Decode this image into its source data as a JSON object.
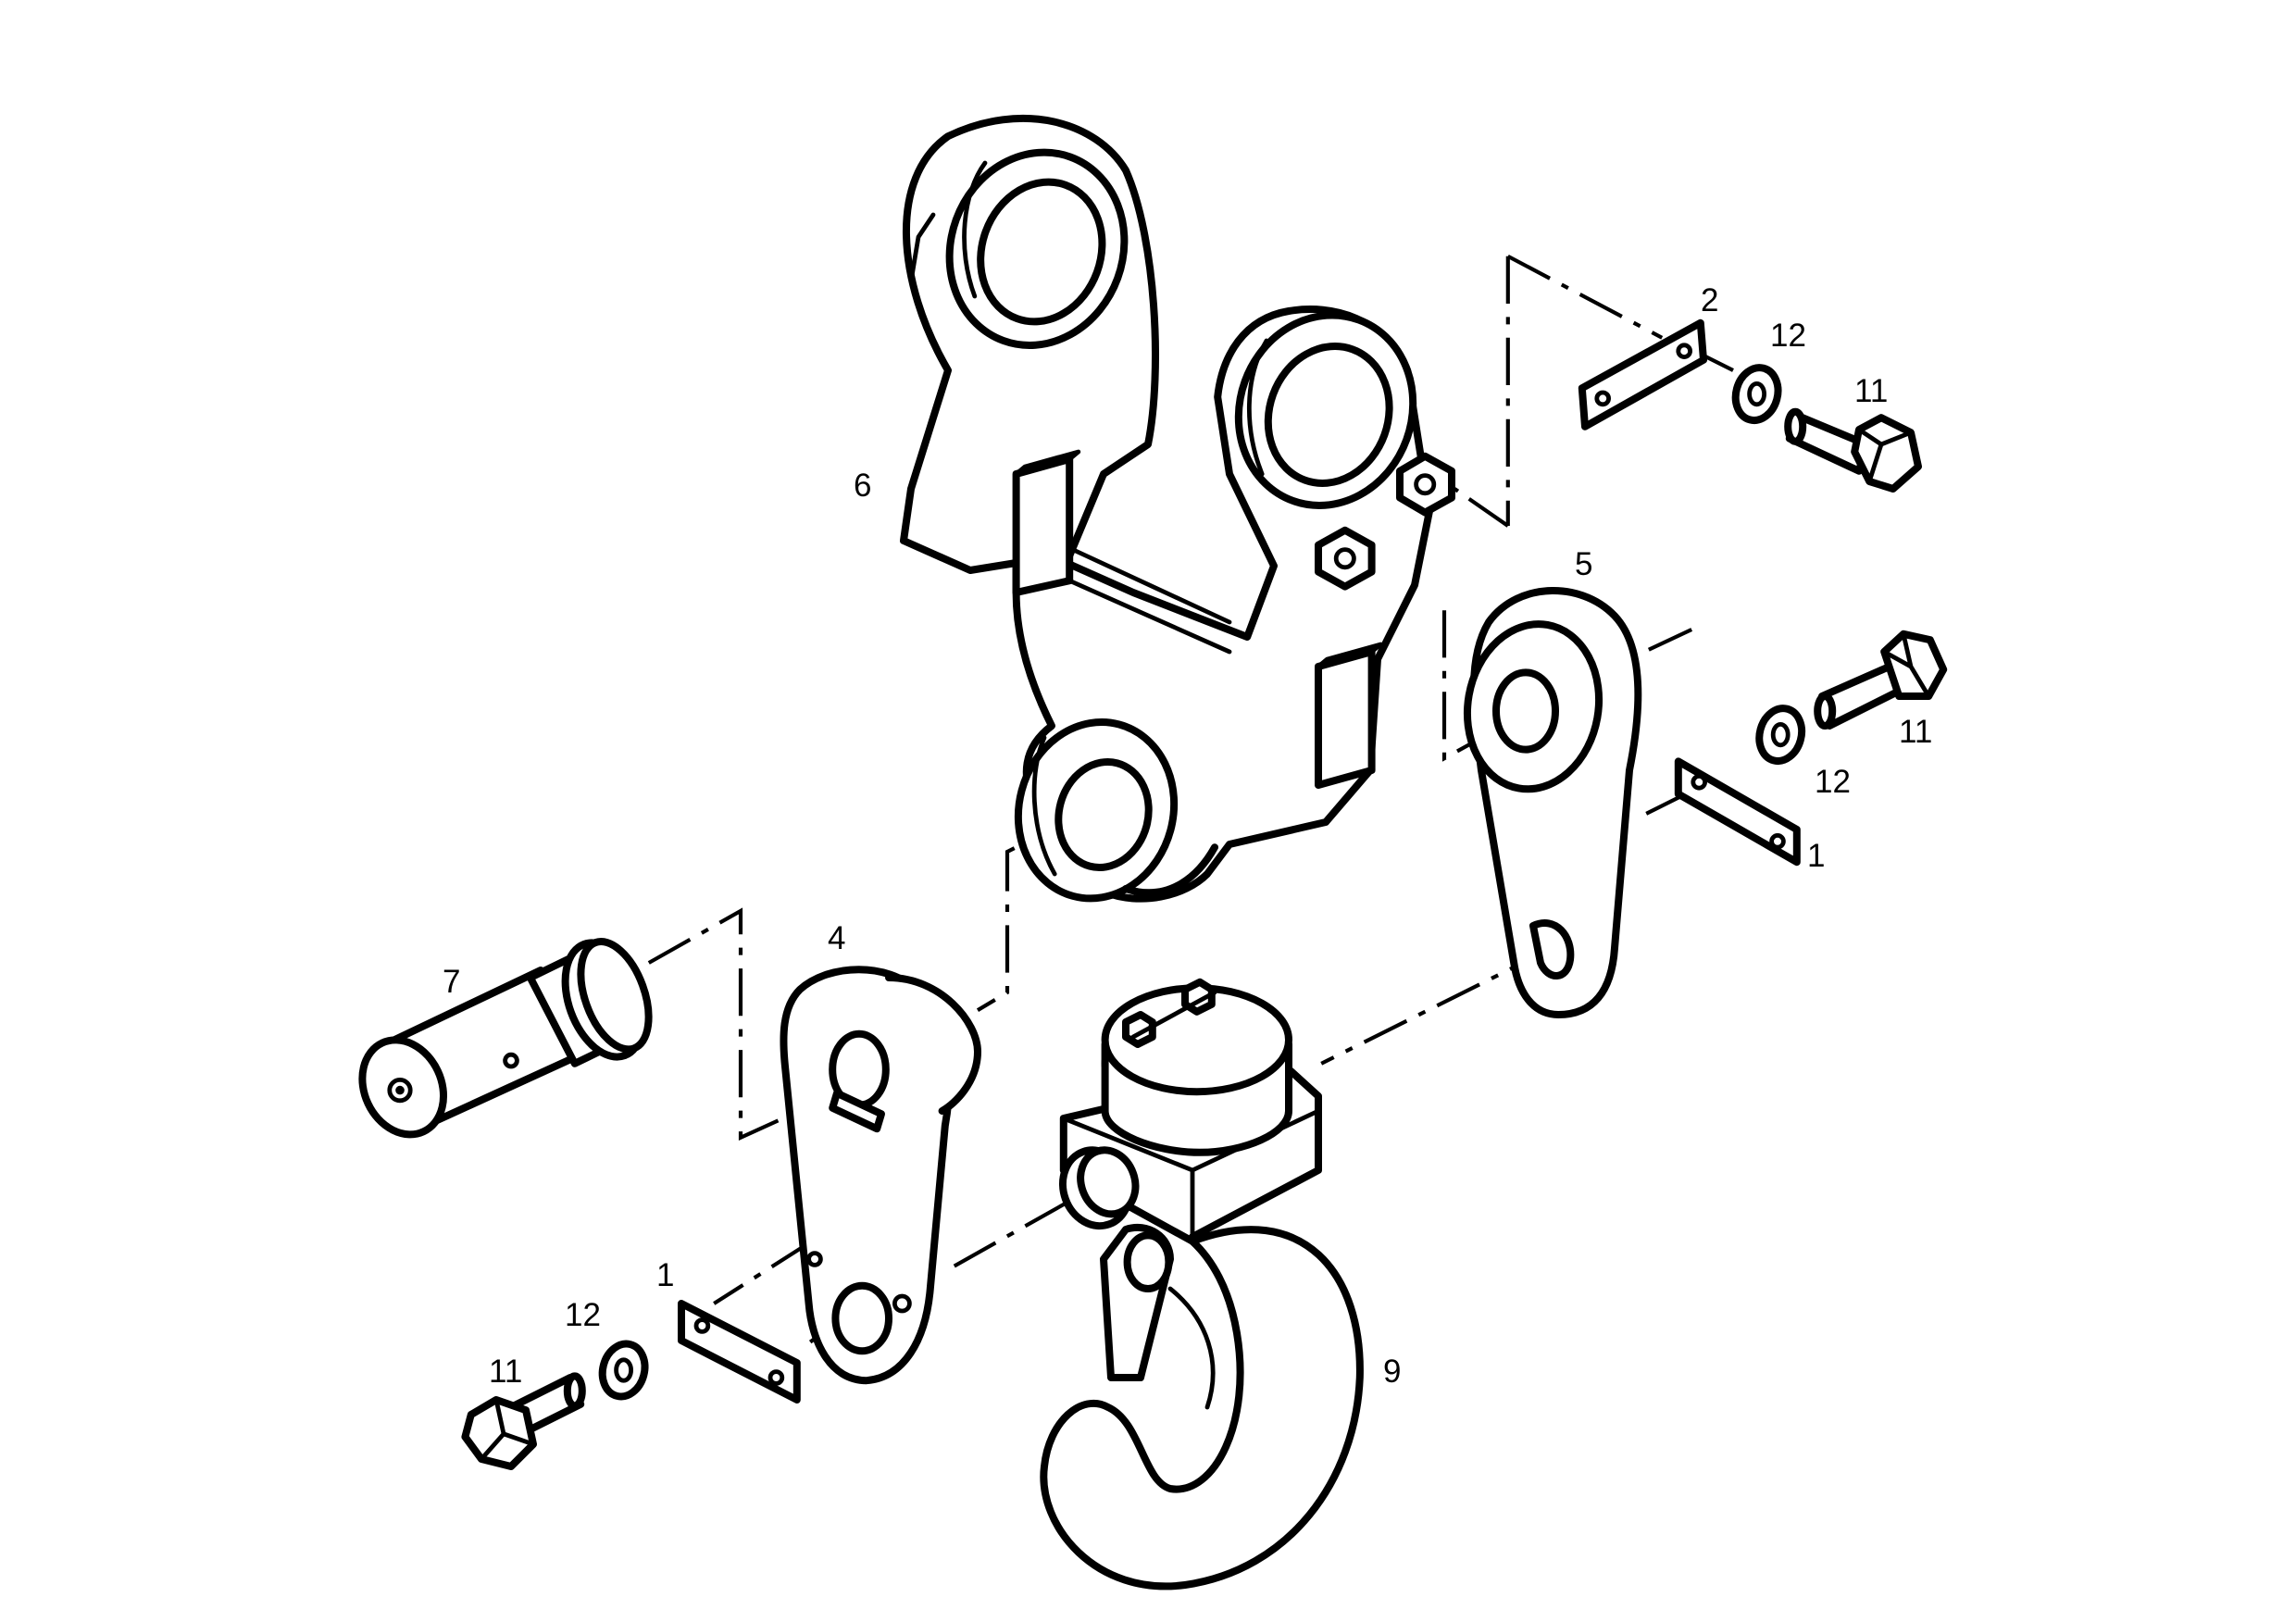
{
  "callouts": {
    "c1a": "1",
    "c1b": "1",
    "c2": "2",
    "c4": "4",
    "c5": "5",
    "c6": "6",
    "c7": "7",
    "c9": "9",
    "c11a": "11",
    "c11b": "11",
    "c11c": "11",
    "c12a": "12",
    "c12b": "12",
    "c12c": "12"
  },
  "colors": {
    "ink": "#000000",
    "paper": "#ffffff"
  }
}
